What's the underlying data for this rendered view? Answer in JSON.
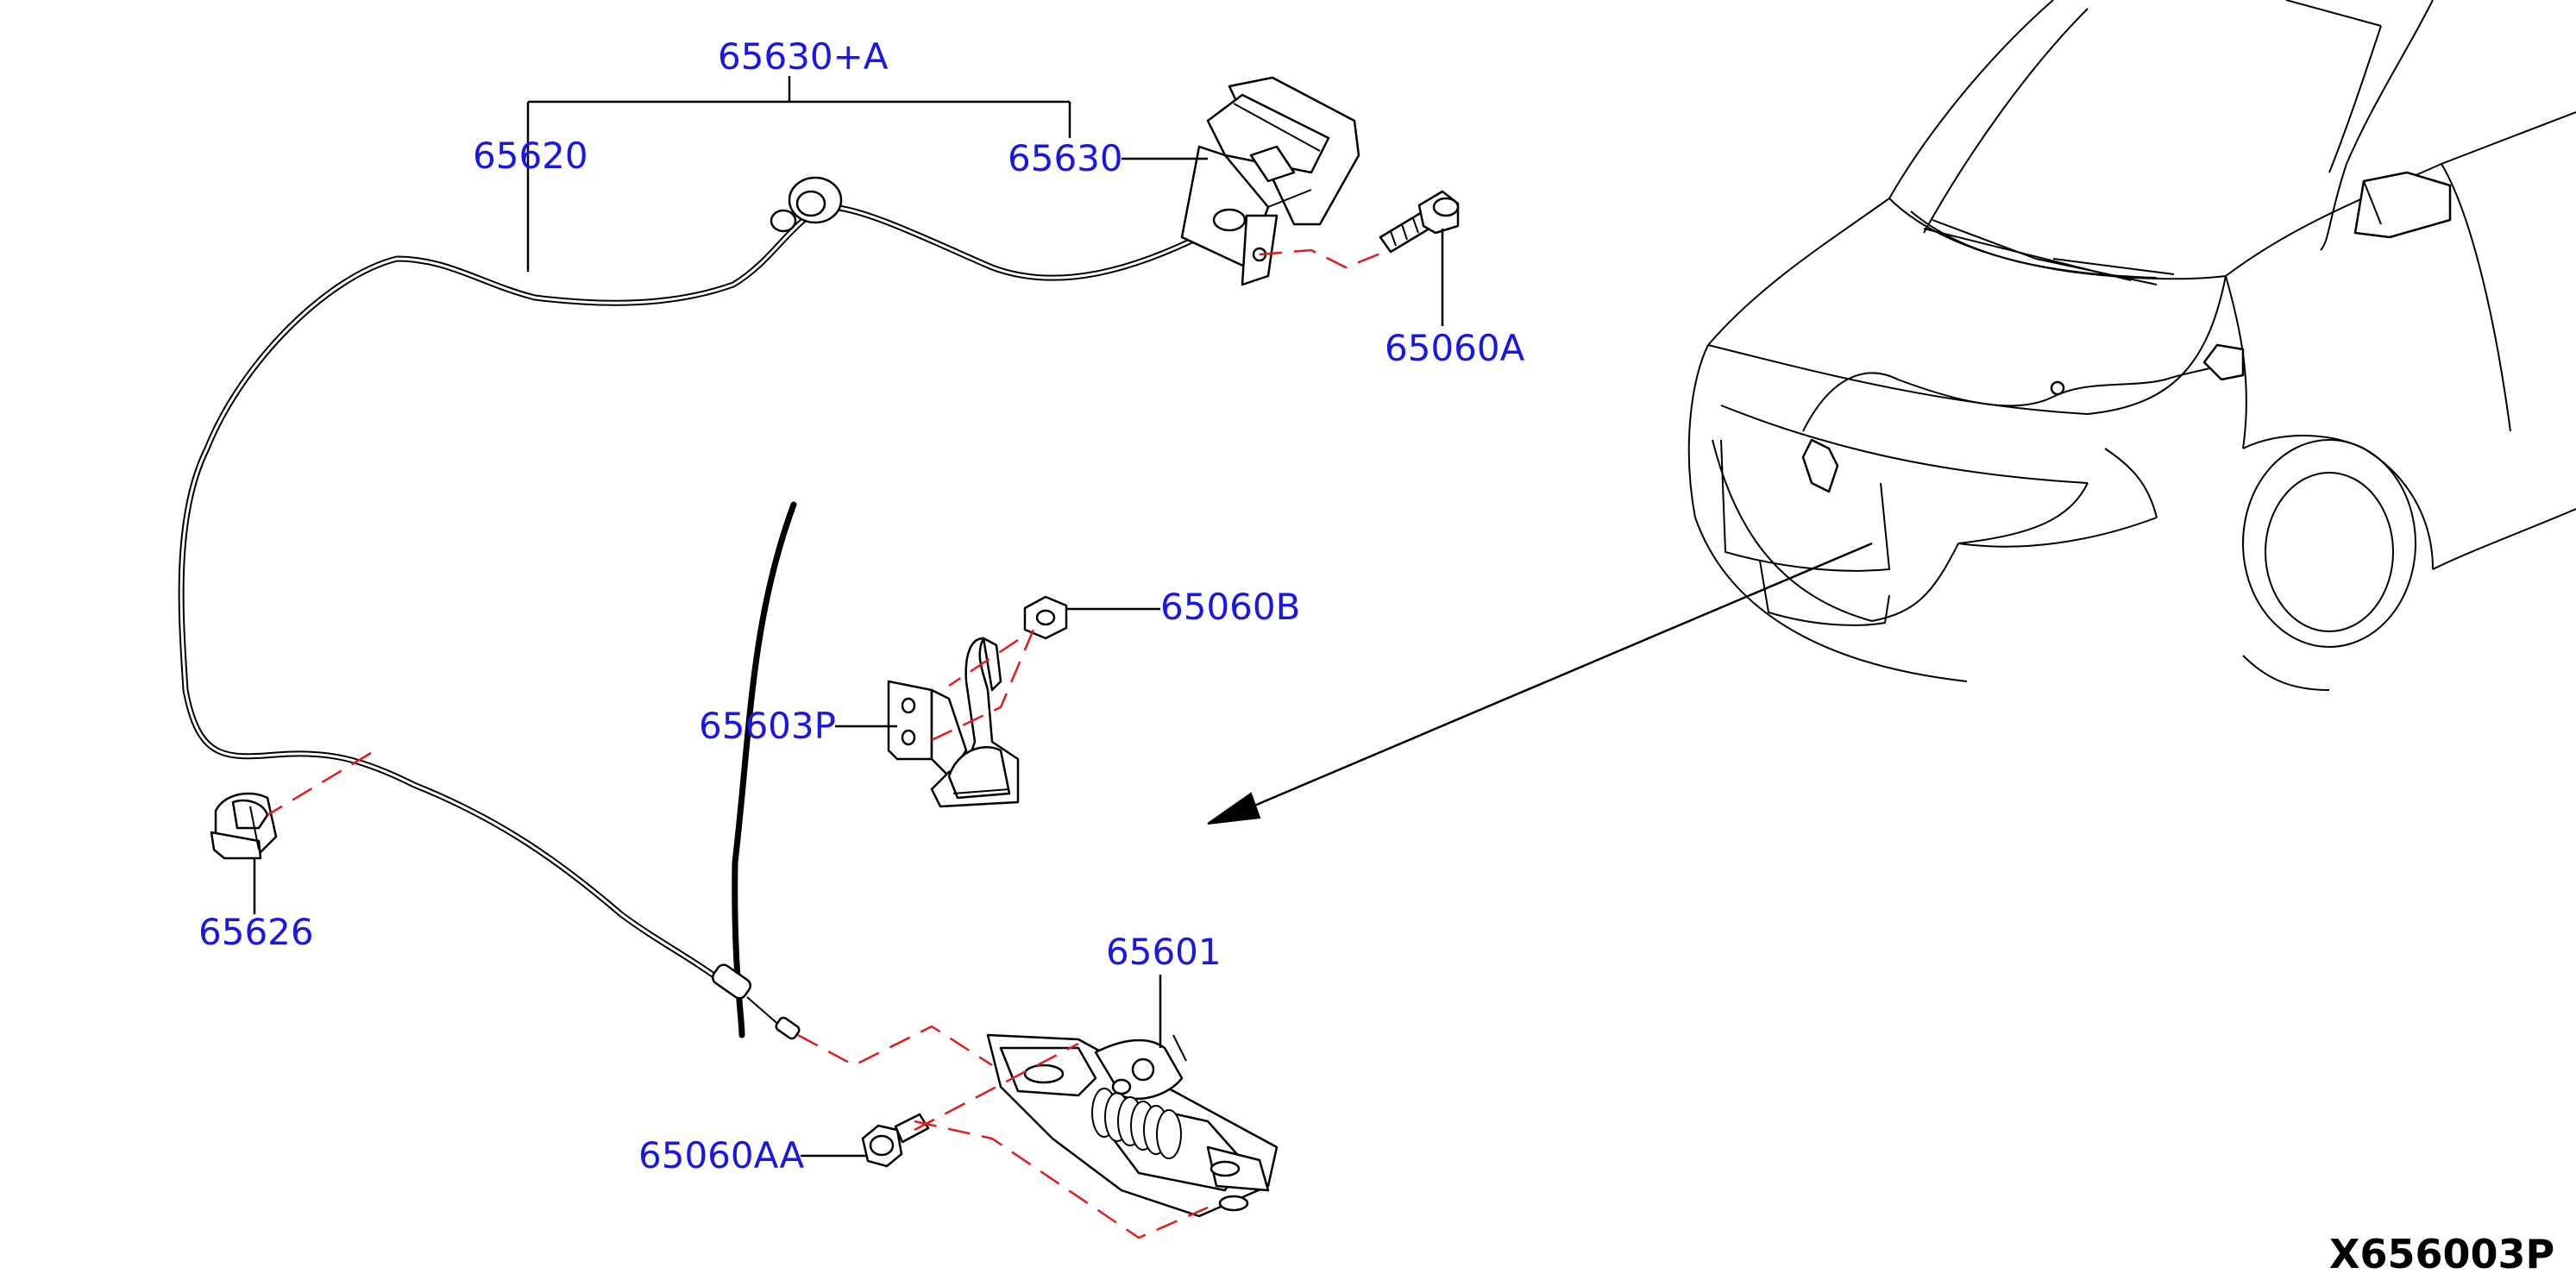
{
  "labels": {
    "hood_lock_control_assy": "65630+A",
    "cable": "65620",
    "handle": "65630",
    "screw_handle": "65060A",
    "nut": "65060B",
    "bracket": "65603P",
    "clip": "65626",
    "hood_lock": "65601",
    "bolt_lock": "65060AA"
  },
  "figure_code": "X656003P",
  "colors": {
    "label": "#1a16e6",
    "phantom_line": "#e21b1b",
    "line_art": "#000000"
  }
}
